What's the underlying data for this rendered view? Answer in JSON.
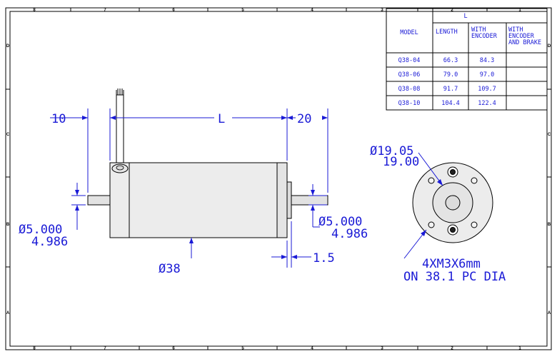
{
  "border": {
    "columns": [
      "8",
      "7",
      "6",
      "5",
      "4",
      "3",
      "2",
      "1"
    ],
    "rows": [
      "D",
      "C",
      "B",
      "A"
    ]
  },
  "table": {
    "group_header": "L",
    "model_header": "MODEL",
    "col_headers": [
      [
        "LENGTH"
      ],
      [
        "WITH",
        "ENCODER"
      ],
      [
        "WITH",
        "ENCODER",
        "AND BRAKE"
      ]
    ],
    "rows": [
      {
        "model": "Q38-04",
        "length": "66.3",
        "encoder": "84.3",
        "brake": ""
      },
      {
        "model": "Q38-06",
        "length": "79.0",
        "encoder": "97.0",
        "brake": ""
      },
      {
        "model": "Q38-08",
        "length": "91.7",
        "encoder": "109.7",
        "brake": ""
      },
      {
        "model": "Q38-10",
        "length": "104.4",
        "encoder": "122.4",
        "brake": ""
      }
    ]
  },
  "dimensions": {
    "left_shaft_length": "10",
    "body_length": "L",
    "right_shaft_length": "20",
    "left_shaft_dia": [
      "Ø5.000",
      "4.986"
    ],
    "right_shaft_dia": [
      "Ø5.000",
      "4.986"
    ],
    "body_dia": "Ø38",
    "flange_thickness": "1.5",
    "pilot_dia": [
      "Ø19.05",
      "19.00"
    ],
    "mounting_holes": [
      "4XM3X6mm",
      "ON 38.1 PC DIA"
    ]
  },
  "colors": {
    "dimension": "#1a1ad6",
    "outline": "#000000",
    "body_fill": "#ececec"
  }
}
